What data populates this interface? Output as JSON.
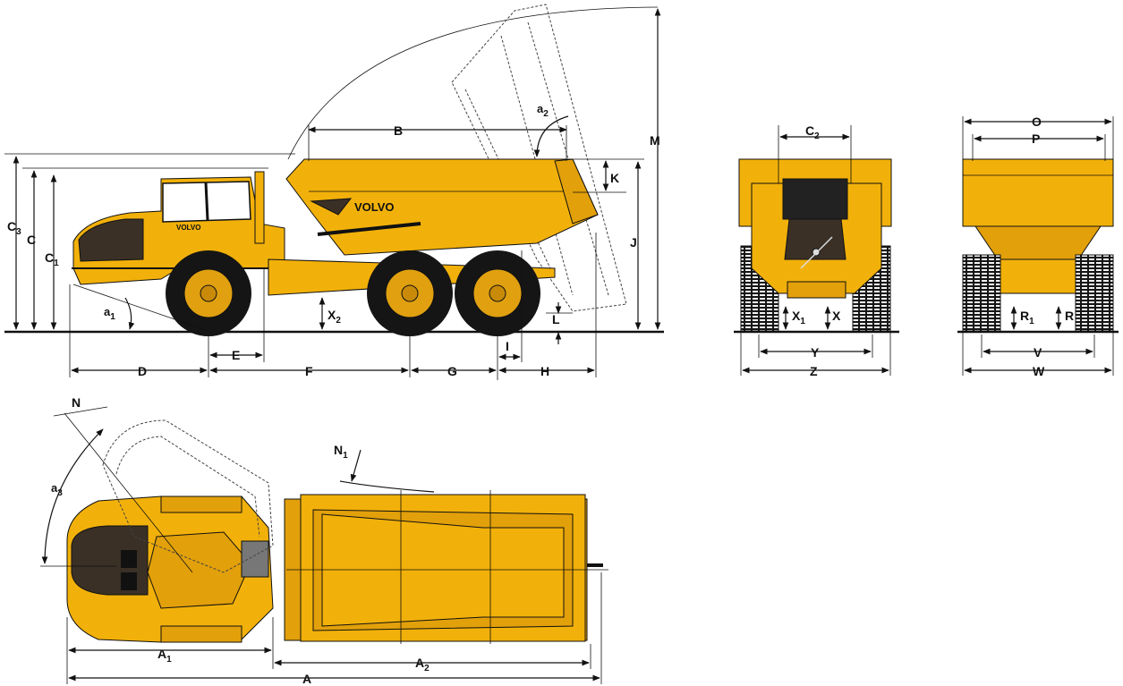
{
  "labels": {
    "A": "A",
    "A1": "A",
    "A2": "A",
    "B": "B",
    "C": "C",
    "C1": "C",
    "C2": "C",
    "C3": "C",
    "D": "D",
    "E": "E",
    "F": "F",
    "G": "G",
    "H": "H",
    "I": "I",
    "J": "J",
    "K": "K",
    "L": "L",
    "M": "M",
    "N": "N",
    "N1": "N",
    "O": "O",
    "P": "P",
    "R": "R",
    "R1": "R",
    "V": "V",
    "W": "W",
    "X": "X",
    "X1": "X",
    "X2": "X",
    "Y": "Y",
    "Z": "Z",
    "a1": "a",
    "a2": "a",
    "a3": "a"
  },
  "subscripts": {
    "A1": "1",
    "A2": "2",
    "C1": "1",
    "C2": "2",
    "C3": "3",
    "N1": "1",
    "R1": "1",
    "X1": "1",
    "X2": "2",
    "a1": "1",
    "a2": "2",
    "a3": "3"
  },
  "brand": {
    "body_text": "VOLVO",
    "cab_text": "VOLVO"
  },
  "colors": {
    "body": "#f2b10a",
    "shadow": "#e2a00a",
    "dark_panel": "#3a3026",
    "tyre": "#151515",
    "line": "#111111"
  }
}
